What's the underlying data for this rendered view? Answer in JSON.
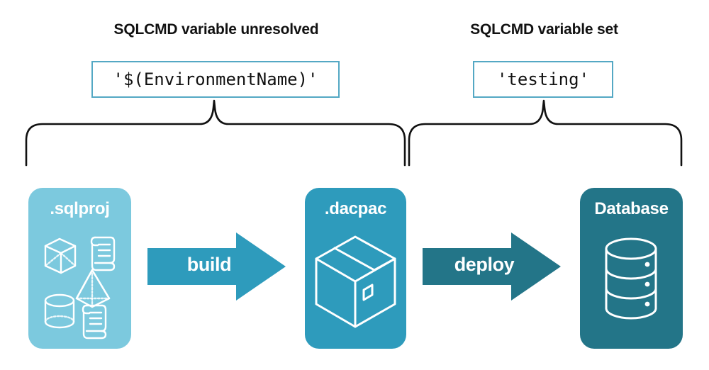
{
  "headings": {
    "left": "SQLCMD variable unresolved",
    "right": "SQLCMD variable set"
  },
  "code_boxes": {
    "left_value": "'$(EnvironmentName)'",
    "right_value": "'testing'"
  },
  "cards": [
    {
      "label": ".sqlproj",
      "color": "#7CC9DE",
      "art": "sqlproj-objects-icon"
    },
    {
      "label": ".dacpac",
      "color": "#2E9BBC",
      "art": "package-box-icon"
    },
    {
      "label": "Database",
      "color": "#237588",
      "art": "database-cylinder-icon"
    }
  ],
  "arrows": [
    {
      "label": "build",
      "color": "#2E9BBC"
    },
    {
      "label": "deploy",
      "color": "#237588"
    }
  ],
  "colors": {
    "light_blue": "#7CC9DE",
    "medium_teal": "#2E9BBC",
    "dark_teal": "#237588",
    "code_border": "#54A8C4",
    "brace_stroke": "#111111",
    "background": "#ffffff",
    "text": "#111111"
  }
}
